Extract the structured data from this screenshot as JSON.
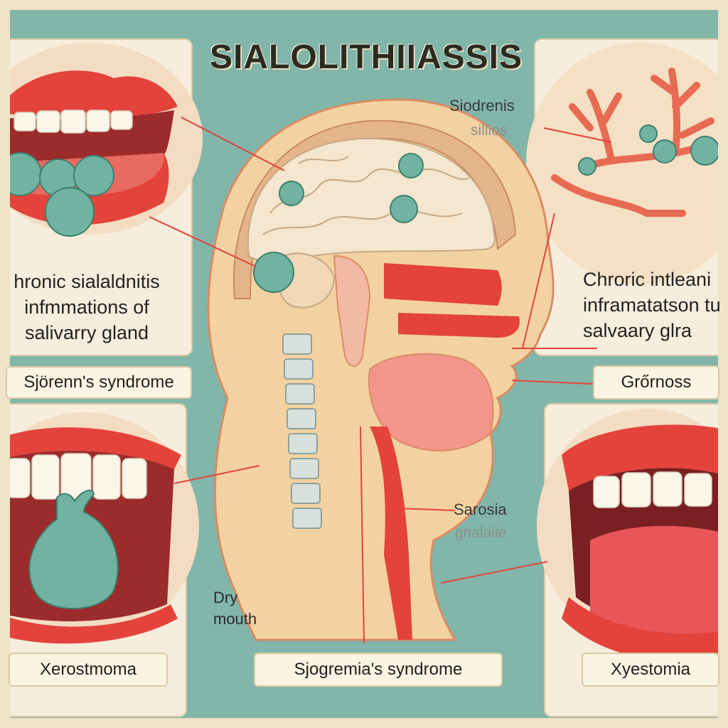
{
  "title": "SIALOLITHIIASSIS",
  "labels": {
    "top_right_upper": "Siodrenis",
    "top_right_lower": "sillios",
    "left_card": [
      "hronic sialaldnitis",
      "infmmations of",
      "salivarry gland"
    ],
    "right_card": [
      "Chroric intleani",
      "inframatatson tu",
      "salvaary glra"
    ],
    "left_box": "Sjörenn's syndrome",
    "right_box": "Grőrnoss",
    "mid_right_upper": "Sarosia",
    "mid_right_lower": "gnalalie",
    "dry_mouth": [
      "Dry",
      "mouth"
    ],
    "bottom_left": "Xerostmoma",
    "bottom_center": "Sjogremia's syndrome",
    "bottom_right": "Xyestomia"
  },
  "colors": {
    "background_teal": "#7fb3a7",
    "lip_red": "#e3433b",
    "stone_green": "#6fb3a0",
    "skin": "#f3d2a2",
    "brain": "#f4e6cf"
  }
}
